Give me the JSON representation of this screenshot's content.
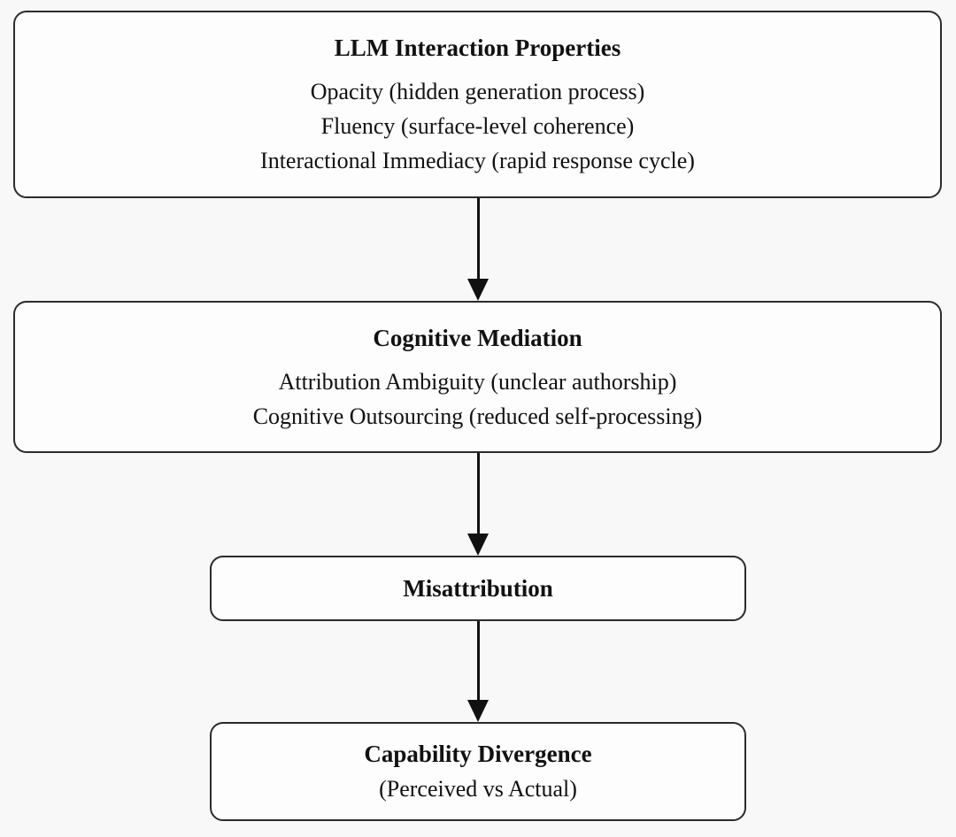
{
  "diagram": {
    "title": "LLM interaction causal flow diagram",
    "nodes": [
      {
        "id": "llm-interaction-properties",
        "title": "LLM Interaction Properties",
        "lines": [
          "Opacity (hidden generation process)",
          "Fluency (surface-level coherence)",
          "Interactional Immediacy (rapid response cycle)"
        ]
      },
      {
        "id": "cognitive-mediation",
        "title": "Cognitive Mediation",
        "lines": [
          "Attribution Ambiguity (unclear authorship)",
          "Cognitive Outsourcing (reduced self-processing)"
        ]
      },
      {
        "id": "misattribution",
        "title": "Misattribution",
        "lines": []
      },
      {
        "id": "capability-divergence",
        "title": "Capability Divergence",
        "lines": [
          "(Perceived vs Actual)"
        ]
      }
    ],
    "connections": [
      {
        "from": "llm-interaction-properties",
        "to": "cognitive-mediation",
        "style": "solid-arrow-down"
      },
      {
        "from": "cognitive-mediation",
        "to": "misattribution",
        "style": "solid-arrow-down"
      },
      {
        "from": "misattribution",
        "to": "capability-divergence",
        "style": "solid-arrow-down"
      }
    ],
    "colors": {
      "page_bg": "#f8f8f8",
      "node_bg": "#fdfdfd",
      "node_border": "#2b2b2b",
      "text": "#111111",
      "arrow": "#111111"
    }
  }
}
